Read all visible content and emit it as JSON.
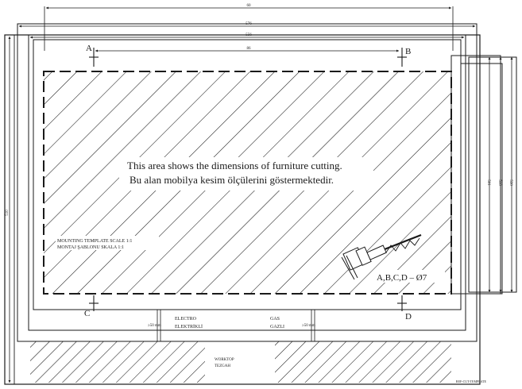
{
  "notes": {
    "line_en": "This area shows the dimensions of furniture cutting.",
    "line_tr": "Bu alan mobilya kesim ölçülerini göstermektedir."
  },
  "points": {
    "a": "A",
    "b": "B",
    "c": "C",
    "d": "D"
  },
  "drill_label": "A,B,C,D – Ø7",
  "mounting": {
    "line1": "MOUNTING TEMPLATE SCALE 1:1",
    "line2": "MONTAJ ŞABLONU SKALA 1:1"
  },
  "electro": {
    "line1": "ELECTRO",
    "line2": "ELEKTRİKLİ"
  },
  "gas": {
    "line1": "GAS",
    "line2": "GAZLI"
  },
  "clearance_left": "≥50 mm",
  "clearance_right": "≥50 mm",
  "worktop": {
    "line1": "WORKTOP",
    "line2": "TEZGAH"
  },
  "doc_code": "REF-CUT-TEMPLATE",
  "dimensions": {
    "top_outer": "60",
    "top_2": "576",
    "top_3": "556",
    "top_inner": "86",
    "left_height": "510",
    "right_1": "501",
    "right_2": "510",
    "right_3": "530"
  },
  "colors": {
    "ink": "#1a1a1a",
    "paper": "#ffffff"
  }
}
